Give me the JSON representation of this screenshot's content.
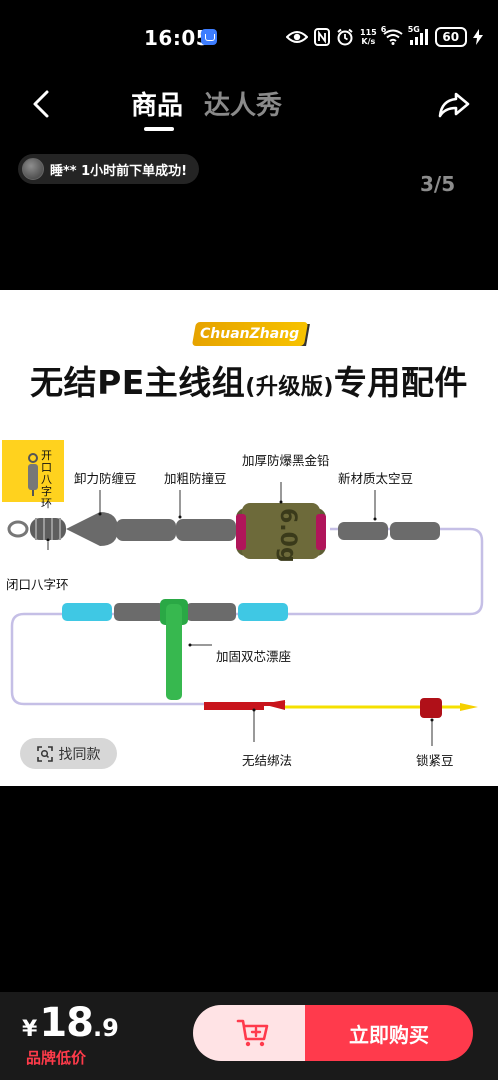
{
  "status_bar": {
    "time": "16:05",
    "net_speed_value": "115",
    "net_speed_unit": "K/s",
    "wifi_label": "6",
    "network_type": "5G",
    "battery": "60",
    "icons": [
      "eye-icon",
      "nfc-icon",
      "alarm-icon",
      "wifi-icon",
      "signal-icon",
      "battery-icon",
      "charging-icon"
    ]
  },
  "nav": {
    "tabs": [
      {
        "label": "商品",
        "active": true
      },
      {
        "label": "达人秀",
        "active": false
      }
    ]
  },
  "order_notice": {
    "text": "睡** 1小时前下单成功!"
  },
  "gallery": {
    "page_indicator": "3/5"
  },
  "product_image": {
    "brand": "ChuanZhang",
    "headline_main": "无结PE主线组",
    "headline_small": "(升级版)",
    "headline_tail": "专用配件",
    "labels": {
      "open_swivel": "开口八字环",
      "anti_tangle_bead": "卸力防缠豆",
      "thick_bumper_bead": "加粗防撞豆",
      "sinker": "加厚防爆黑金铅",
      "hollow_bead": "新材质太空豆",
      "closed_swivel": "闭口八字环",
      "float_seat": "加固双芯漂座",
      "knotless_tie": "无结绑法",
      "lock_bead": "锁紧豆"
    },
    "sinker_weight": "6.0g",
    "find_similar": "找同款"
  },
  "bottom_bar": {
    "price_symbol": "¥",
    "price_integer": "18",
    "price_decimal": ".9",
    "price_tag": "品牌低价",
    "buy_now": "立即购买"
  },
  "colors": {
    "buy_button": "#ff3a4c",
    "cart_button_bg": "#ffe3e5",
    "price_tag": "#ff3b4a",
    "brand_logo": "#f5b800"
  }
}
